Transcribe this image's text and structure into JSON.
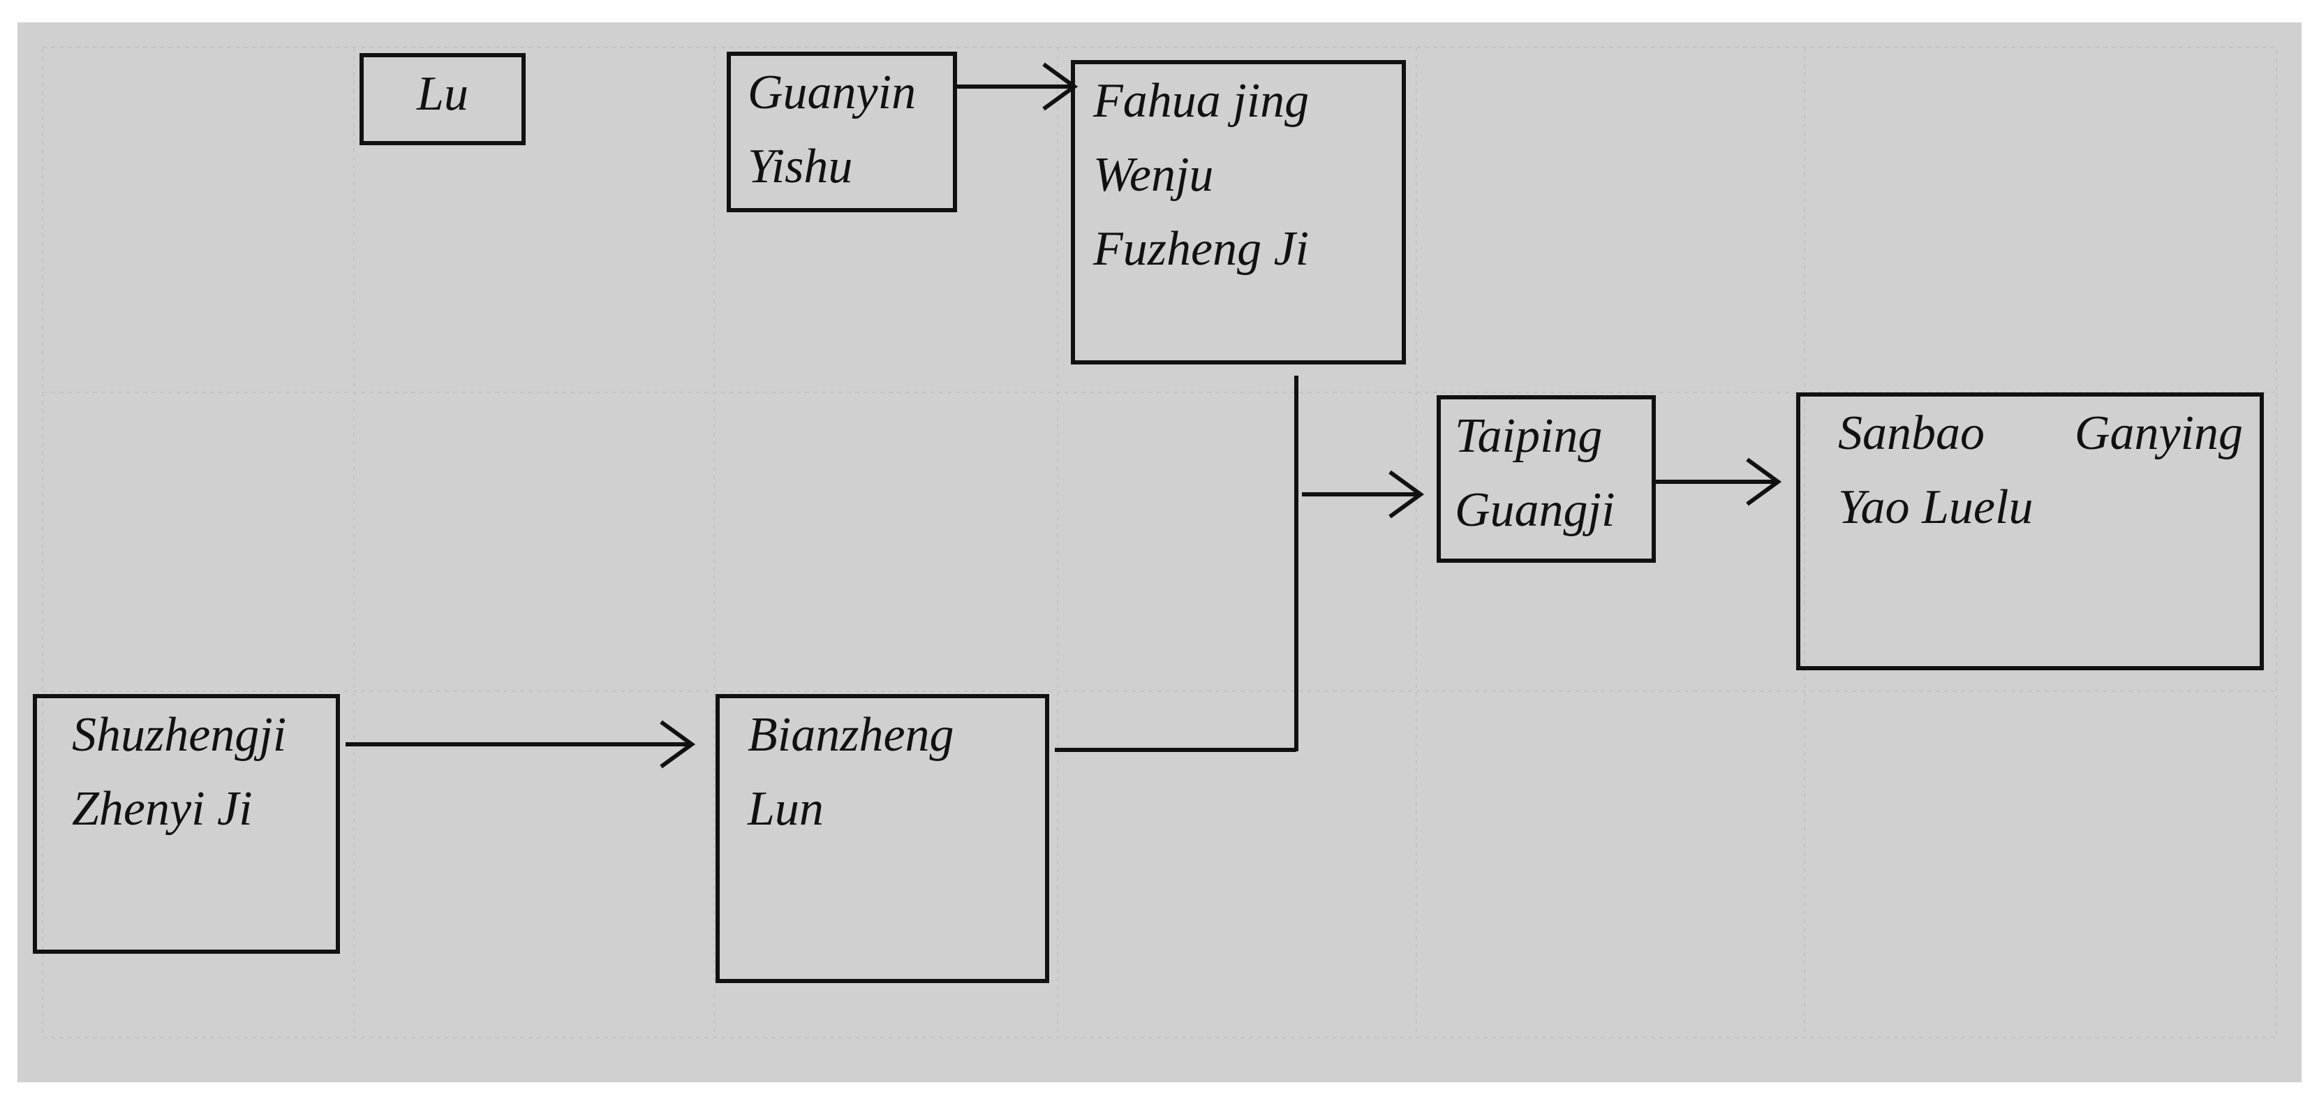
{
  "diagram": {
    "colors": {
      "background": "#d0d0d0",
      "stroke": "#111111",
      "grid": "#c2c2c2"
    },
    "nodes": {
      "lu": {
        "lines": [
          "Lu"
        ]
      },
      "guanyin": {
        "lines": [
          "Guanyin",
          "Yishu"
        ]
      },
      "fahua": {
        "lines": [
          "Fahua jing",
          "Wenju",
          "Fuzheng Ji"
        ]
      },
      "taiping": {
        "lines": [
          "Taiping",
          "Guangji"
        ]
      },
      "sanbao": {
        "lines": [
          "Sanbao Ganying",
          "Yao Luelu"
        ],
        "first_line_words": [
          "Sanbao",
          "Ganying"
        ]
      },
      "shuzheng": {
        "lines": [
          "Shuzhengji",
          "Zhenyi Ji"
        ]
      },
      "bianzheng": {
        "lines": [
          "Bianzheng",
          "Lun"
        ]
      }
    },
    "edges": [
      {
        "from": "guanyin",
        "to": "fahua"
      },
      {
        "from": "shuzheng",
        "to": "bianzheng"
      },
      {
        "from": "fahua",
        "to": "taiping"
      },
      {
        "from": "bianzheng",
        "to": "taiping"
      },
      {
        "from": "taiping",
        "to": "sanbao"
      }
    ]
  }
}
